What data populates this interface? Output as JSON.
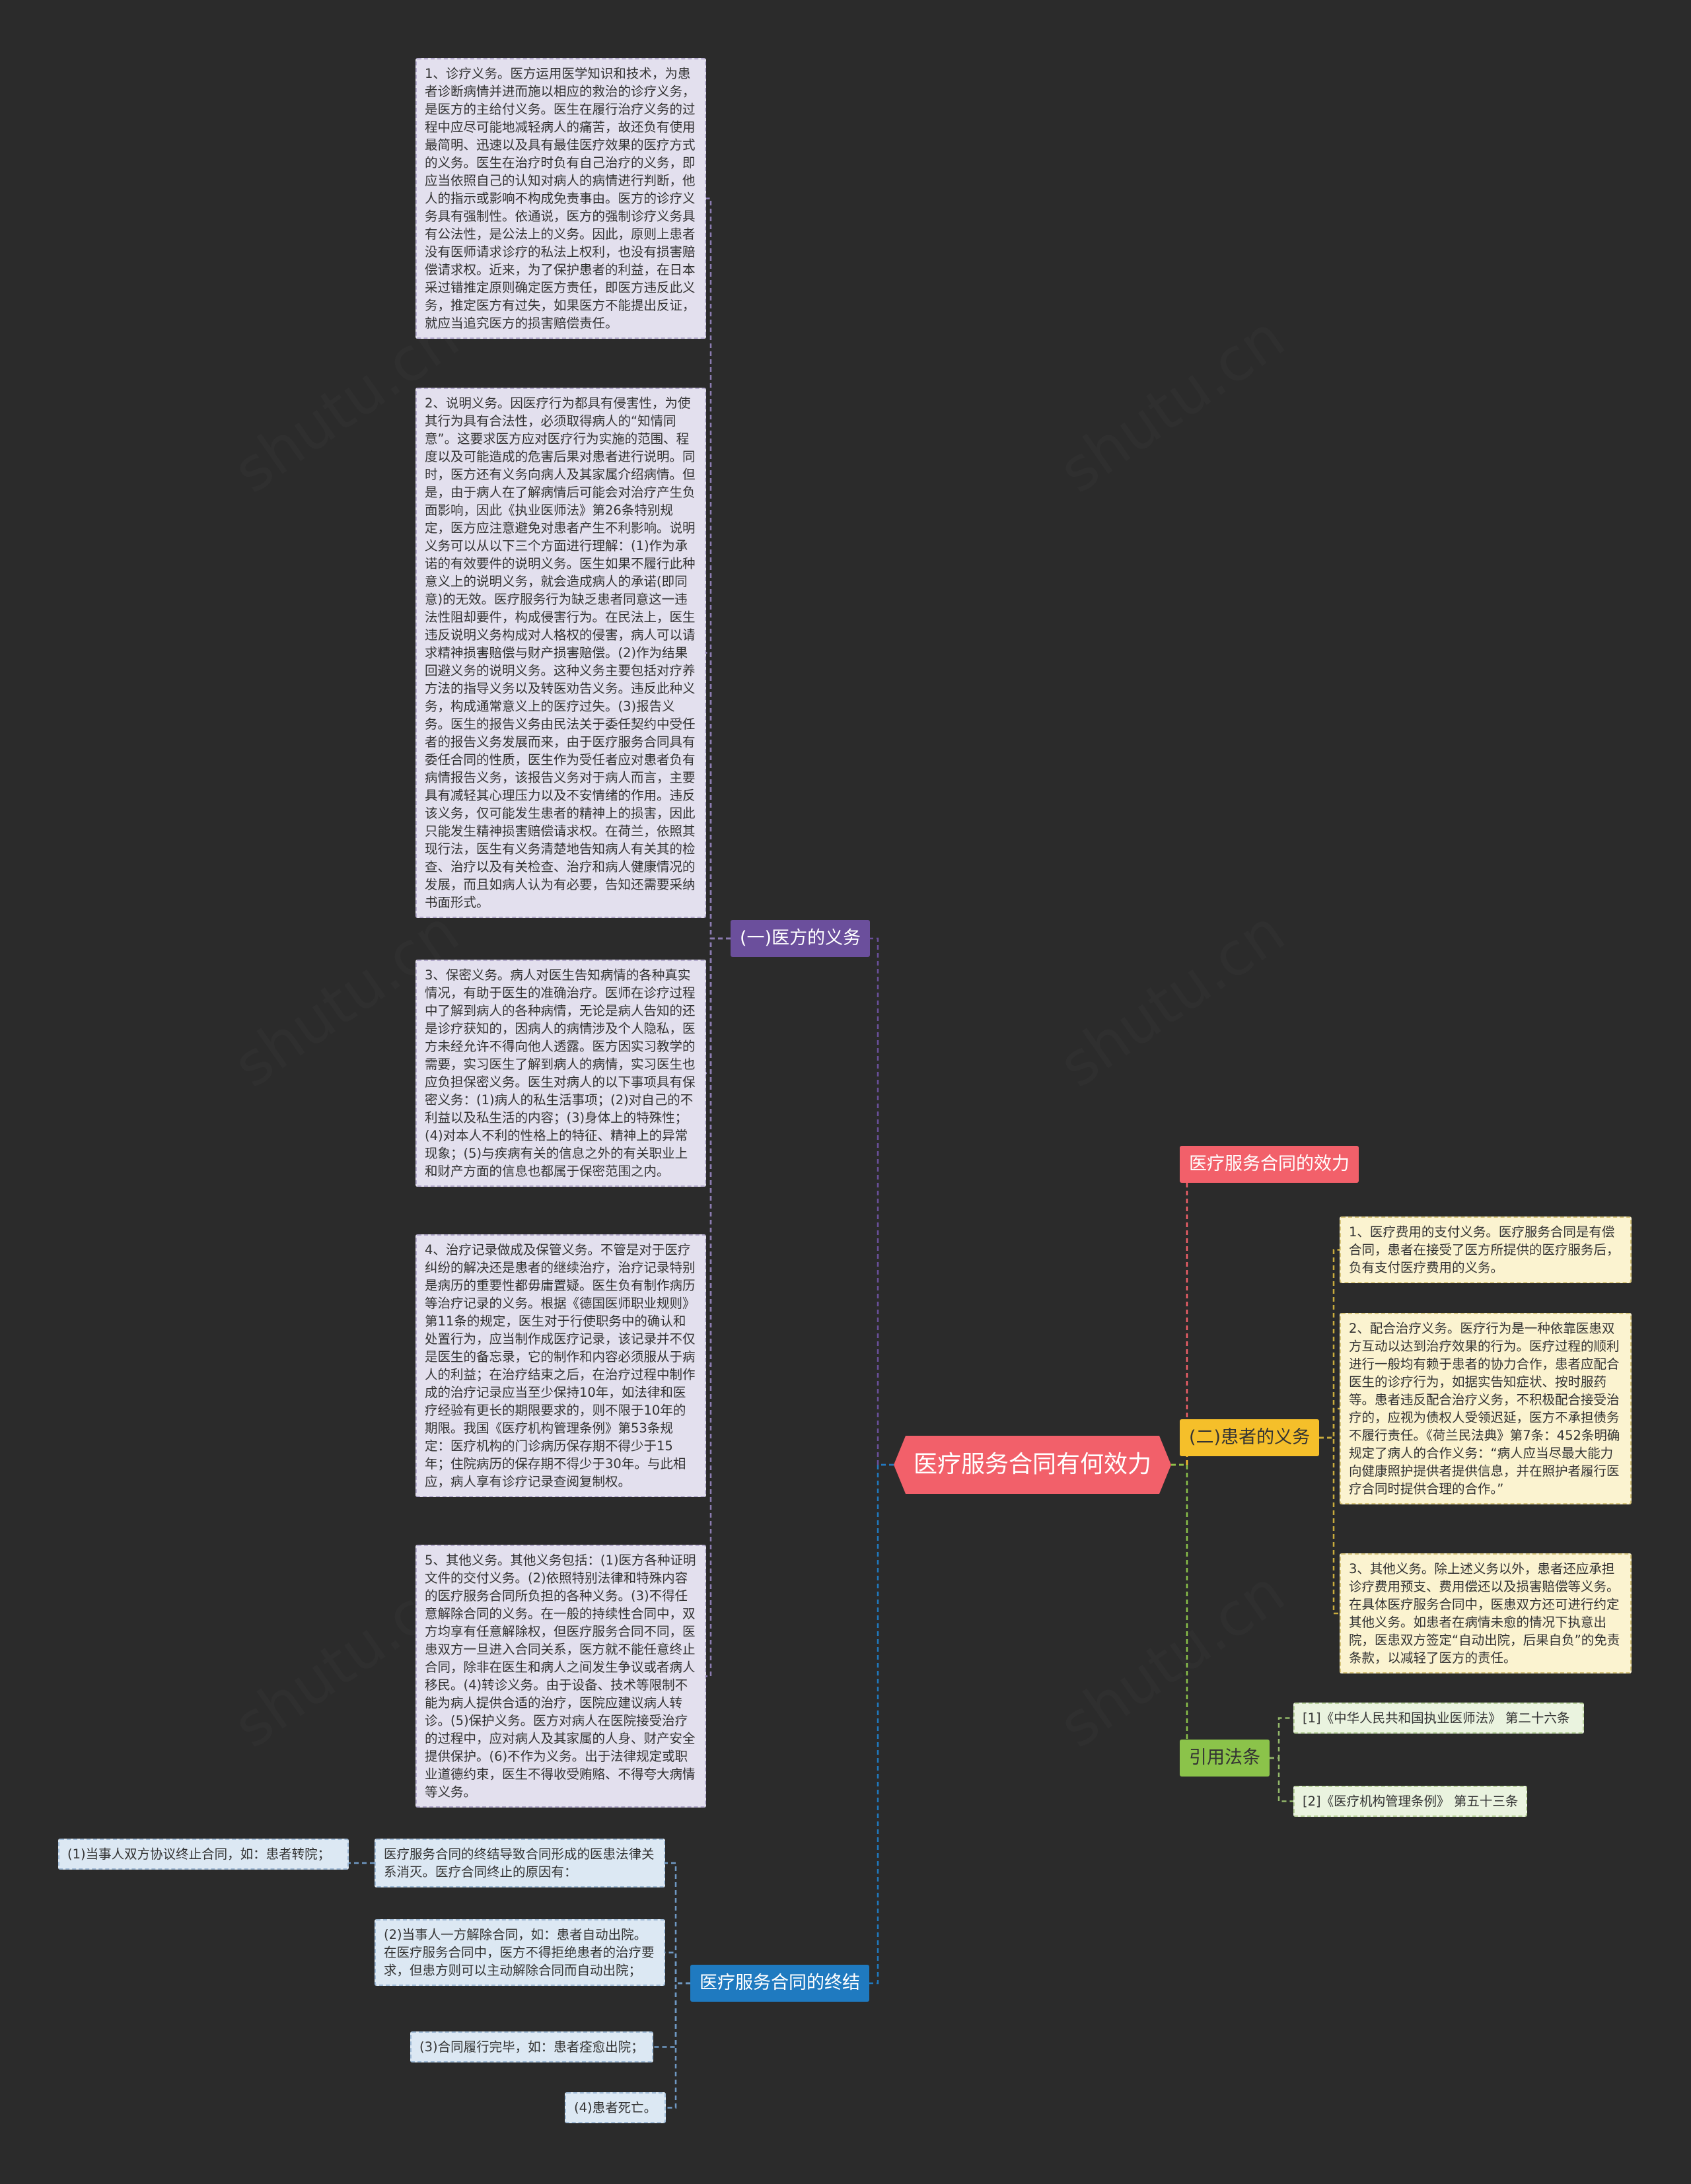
{
  "colors": {
    "background": "#2b2b2b",
    "root": "#f2606a",
    "effect": "#f2606a",
    "doctor": "#6b4f9c",
    "patient": "#f5bf2a",
    "law": "#8bc34a",
    "end": "#1f7ac0"
  },
  "root": {
    "label": "医疗服务合同有何效力"
  },
  "doctor_duties": {
    "label": "(一)医方的义务",
    "items": [
      "1、诊疗义务。医方运用医学知识和技术，为患者诊断病情并进而施以相应的救治的诊疗义务，是医方的主给付义务。医生在履行治疗义务的过程中应尽可能地减轻病人的痛苦，故还负有使用最简明、迅速以及具有最佳医疗效果的医疗方式的义务。医生在治疗时负有自己治疗的义务，即应当依照自己的认知对病人的病情进行判断，他人的指示或影响不构成免责事由。医方的诊疗义务具有强制性。依通说，医方的强制诊疗义务具有公法性，是公法上的义务。因此，原则上患者没有医师请求诊疗的私法上权利，也没有损害赔偿请求权。近来，为了保护患者的利益，在日本采过错推定原则确定医方责任，即医方违反此义务，推定医方有过失，如果医方不能提出反证，就应当追究医方的损害赔偿责任。",
      "2、说明义务。因医疗行为都具有侵害性，为使其行为具有合法性，必须取得病人的“知情同意”。这要求医方应对医疗行为实施的范围、程度以及可能造成的危害后果对患者进行说明。同时，医方还有义务向病人及其家属介绍病情。但是，由于病人在了解病情后可能会对治疗产生负面影响，因此《执业医师法》第26条特别规定，医方应注意避免对患者产生不利影响。说明义务可以从以下三个方面进行理解：(1)作为承诺的有效要件的说明义务。医生如果不履行此种意义上的说明义务，就会造成病人的承诺(即同意)的无效。医疗服务行为缺乏患者同意这一违法性阻却要件，构成侵害行为。在民法上，医生违反说明义务构成对人格权的侵害，病人可以请求精神损害赔偿与财产损害赔偿。(2)作为结果回避义务的说明义务。这种义务主要包括对疗养方法的指导义务以及转医劝告义务。违反此种义务，构成通常意义上的医疗过失。(3)报告义务。医生的报告义务由民法关于委任契约中受任者的报告义务发展而来，由于医疗服务合同具有委任合同的性质，医生作为受任者应对患者负有病情报告义务，该报告义务对于病人而言，主要具有减轻其心理压力以及不安情绪的作用。违反该义务，仅可能发生患者的精神上的损害，因此只能发生精神损害赔偿请求权。在荷兰，依照其现行法，医生有义务清楚地告知病人有关其的检查、治疗以及有关检查、治疗和病人健康情况的发展，而且如病人认为有必要，告知还需要采纳书面形式。",
      "3、保密义务。病人对医生告知病情的各种真实情况，有助于医生的准确治疗。医师在诊疗过程中了解到病人的各种病情，无论是病人告知的还是诊疗获知的，因病人的病情涉及个人隐私，医方未经允许不得向他人透露。医方因实习教学的需要，实习医生了解到病人的病情，实习医生也应负担保密义务。医生对病人的以下事项具有保密义务：(1)病人的私生活事项；(2)对自己的不利益以及私生活的内容；(3)身体上的特殊性；(4)对本人不利的性格上的特征、精神上的异常现象；(5)与疾病有关的信息之外的有关职业上和财产方面的信息也都属于保密范围之内。",
      "4、治疗记录做成及保管义务。不管是对于医疗纠纷的解决还是患者的继续治疗，治疗记录特别是病历的重要性都毋庸置疑。医生负有制作病历等治疗记录的义务。根据《德国医师职业规则》第11条的规定，医生对于行使职务中的确认和处置行为，应当制作成医疗记录，该记录并不仅是医生的备忘录，它的制作和内容必须服从于病人的利益；在治疗结束之后，在治疗过程中制作成的治疗记录应当至少保持10年，如法律和医疗经验有更长的期限要求的，则不限于10年的期限。我国《医疗机构管理条例》第53条规定：医疗机构的门诊病历保存期不得少于15年；住院病历的保存期不得少于30年。与此相应，病人享有诊疗记录查阅复制权。",
      "5、其他义务。其他义务包括：(1)医方各种证明文件的交付义务。(2)依照特别法律和特殊内容的医疗服务合同所负担的各种义务。(3)不得任意解除合同的义务。在一般的持续性合同中，双方均享有任意解除权，但医疗服务合同不同，医患双方一旦进入合同关系，医方就不能任意终止合同，除非在医生和病人之间发生争议或者病人移民。(4)转诊义务。由于设备、技术等限制不能为病人提供合适的治疗，医院应建议病人转诊。(5)保护义务。医方对病人在医院接受治疗的过程中，应对病人及其家属的人身、财产安全提供保护。(6)不作为义务。出于法律规定或职业道德约束，医生不得收受贿赂、不得夸大病情等义务。"
    ]
  },
  "contract_effect": {
    "label": "医疗服务合同的效力"
  },
  "patient_duties": {
    "label": "(二)患者的义务",
    "items": [
      "1、医疗费用的支付义务。医疗服务合同是有偿合同，患者在接受了医方所提供的医疗服务后，负有支付医疗费用的义务。",
      "2、配合治疗义务。医疗行为是一种依靠医患双方互动以达到治疗效果的行为。医疗过程的顺利进行一般均有赖于患者的协力合作，患者应配合医生的诊疗行为，如据实告知症状、按时服药等。患者违反配合治疗义务，不积极配合接受治疗的，应视为债权人受领迟延，医方不承担债务不履行责任。《荷兰民法典》第7条：452条明确规定了病人的合作义务：“病人应当尽最大能力向健康照护提供者提供信息，并在照护者履行医疗合同时提供合理的合作。”",
      "3、其他义务。除上述义务以外，患者还应承担诊疗费用预支、费用偿还以及损害赔偿等义务。在具体医疗服务合同中，医患双方还可进行约定其他义务。如患者在病情未愈的情况下执意出院，医患双方签定“自动出院，后果自负”的免责条款，以减轻了医方的责任。"
    ]
  },
  "cited_laws": {
    "label": "引用法条",
    "items": [
      "[1]《中华人民共和国执业医师法》 第二十六条",
      "[2]《医疗机构管理条例》 第五十三条"
    ]
  },
  "termination": {
    "label": "医疗服务合同的终结",
    "items": [
      "医疗服务合同的终结导致合同形成的医患法律关系消灭。医疗合同终止的原因有：",
      "(2)当事人一方解除合同，如：患者自动出院。在医疗服务合同中，医方不得拒绝患者的治疗要求，但患方则可以主动解除合同而自动出院；",
      "(3)合同履行完毕，如：患者痊愈出院；",
      "(4)患者死亡。"
    ],
    "sub_item": "(1)当事人双方协议终止合同，如：患者转院；"
  },
  "watermark": "shutu.cn"
}
